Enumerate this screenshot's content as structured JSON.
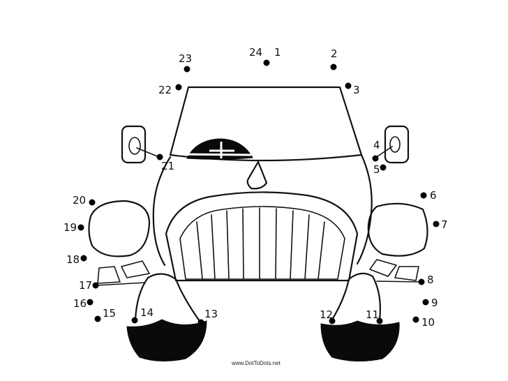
{
  "dots": [
    {
      "label": "1"
    },
    {
      "label": "2"
    },
    {
      "label": "3"
    },
    {
      "label": "4"
    },
    {
      "label": "5"
    },
    {
      "label": "6"
    },
    {
      "label": "7"
    },
    {
      "label": "8"
    },
    {
      "label": "9"
    },
    {
      "label": "10"
    },
    {
      "label": "11"
    },
    {
      "label": "12"
    },
    {
      "label": "13"
    },
    {
      "label": "14"
    },
    {
      "label": "15"
    },
    {
      "label": "16"
    },
    {
      "label": "17"
    },
    {
      "label": "18"
    },
    {
      "label": "19"
    },
    {
      "label": "20"
    },
    {
      "label": "21"
    },
    {
      "label": "22"
    },
    {
      "label": "23"
    },
    {
      "label": "24"
    }
  ],
  "footer": {
    "credit": "www.DotToDots.net"
  },
  "colors": {
    "ink": "#111111",
    "paper": "#ffffff"
  }
}
